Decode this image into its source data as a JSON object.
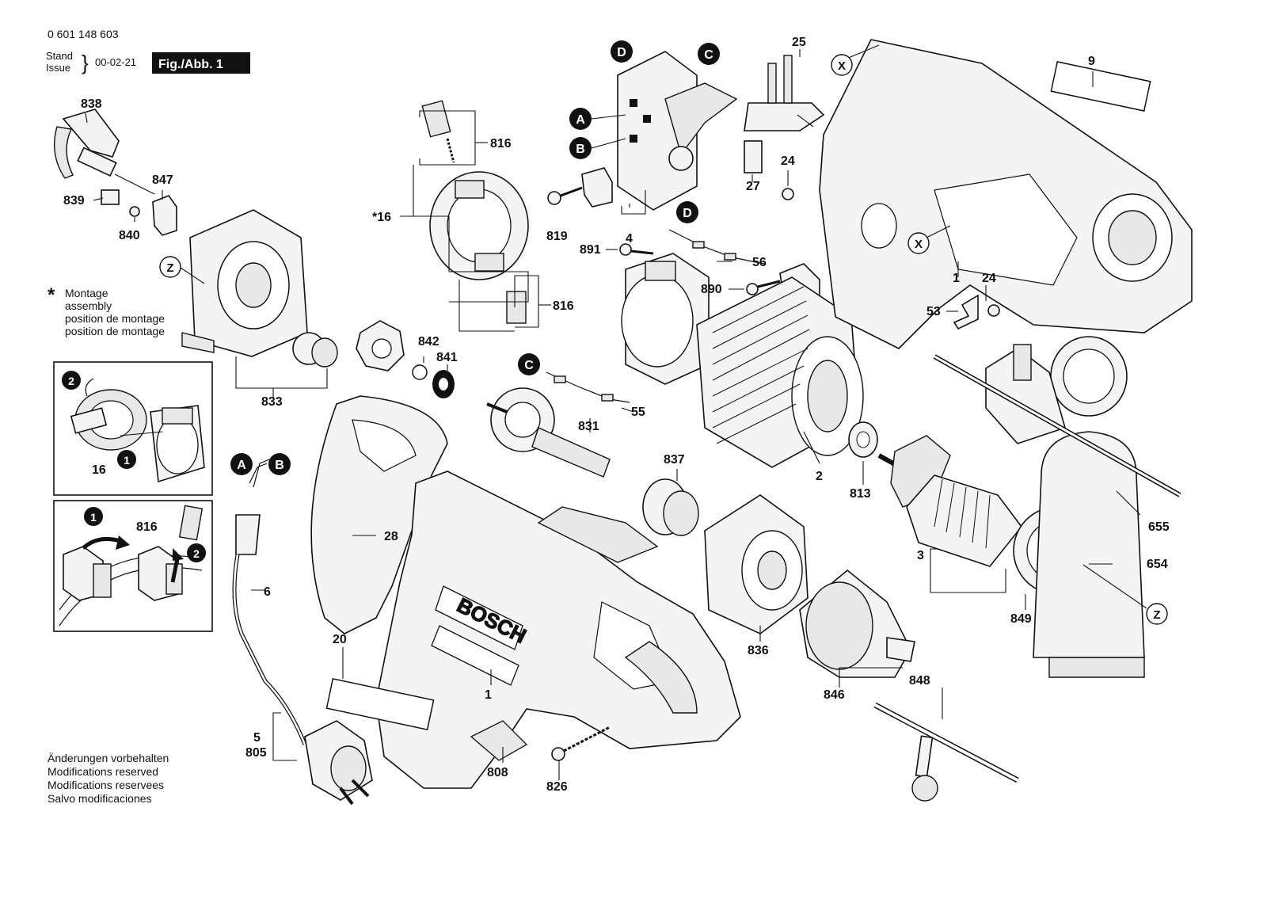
{
  "header": {
    "doc_number": "0 601 148 603",
    "stand_label": "Stand",
    "issue_label": "Issue",
    "date": "00-02-21",
    "fig_label": "Fig./Abb. 1"
  },
  "legend": {
    "star": "*",
    "lines": [
      "Montage",
      "assembly",
      "position de montage",
      "position de montage"
    ]
  },
  "footer": {
    "lines": [
      "Änderungen vorbehalten",
      "Modifications reserved",
      "Modifications reservees",
      "Salvo modificaciones"
    ]
  },
  "callouts": {
    "A": "A",
    "B": "B",
    "C": "C",
    "D": "D",
    "X": "X",
    "Z": "Z",
    "one": "1",
    "two": "2"
  },
  "parts": {
    "p838": "838",
    "p839": "839",
    "p840": "840",
    "p847": "847",
    "p816a": "816",
    "p816b": "816",
    "p816c": "816",
    "p16": "*16",
    "p16b": "16",
    "p819": "819",
    "p4": "4",
    "p891": "891",
    "p56": "56",
    "p890": "890",
    "p25": "25",
    "p27": "27",
    "p24a": "24",
    "p24b": "24",
    "p9": "9",
    "p1a": "1",
    "p53": "53",
    "p842": "842",
    "p841": "841",
    "p833": "833",
    "p55": "55",
    "p831": "831",
    "p837": "837",
    "p813": "813",
    "p2": "2",
    "p3": "3",
    "p849": "849",
    "p655": "655",
    "p654": "654",
    "p28": "28",
    "p6": "6",
    "p20": "20",
    "p1b": "1",
    "p836": "836",
    "p846": "846",
    "p848": "848",
    "p5": "5",
    "p805": "805",
    "p808": "808",
    "p826": "826"
  },
  "housing_brand": "BOSCH"
}
